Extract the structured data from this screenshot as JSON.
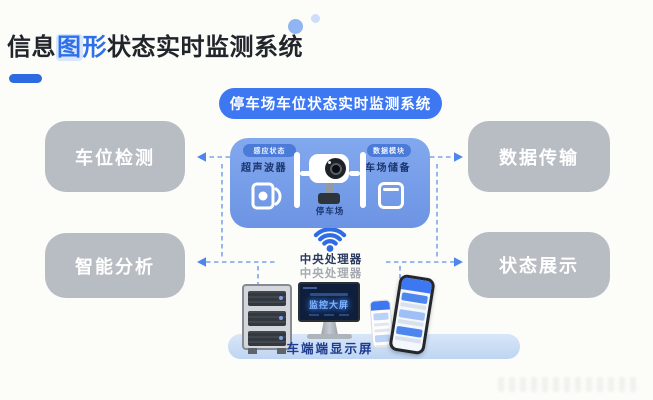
{
  "colors": {
    "accent_blue": "#3D78F2",
    "highlight_blue": "#2F6FE8",
    "panel_blue": "#7AA1E9",
    "box_gray": "#B8BCC3",
    "connector_blue": "#7AA4EE",
    "navy_text": "#1B3570",
    "platform_blue": "#CDDFF6",
    "wifi_blue": "#2E6BE5"
  },
  "header": {
    "title_part1": "信息",
    "title_highlight_a": "图",
    "title_highlight_b": "形",
    "title_part2": "状态实时监测系统"
  },
  "banner": {
    "label": "停车场车位状态实时监测系统"
  },
  "boxes": [
    {
      "label": "车位检测"
    },
    {
      "label": "智能分析"
    },
    {
      "label": "数据传输"
    },
    {
      "label": "状态展示"
    }
  ],
  "panel": {
    "left_tag": "感应状态",
    "left_label": "超声波器",
    "right_tag": "数据模块",
    "right_label": "车场储备",
    "camera_label": "停车场"
  },
  "processor": {
    "label_primary": "中央处理器",
    "label_secondary": "中央处理器"
  },
  "display": {
    "platform_label": "车端端显示屏",
    "monitor_title": "监控大屏"
  },
  "watermark": {
    "text": ""
  }
}
